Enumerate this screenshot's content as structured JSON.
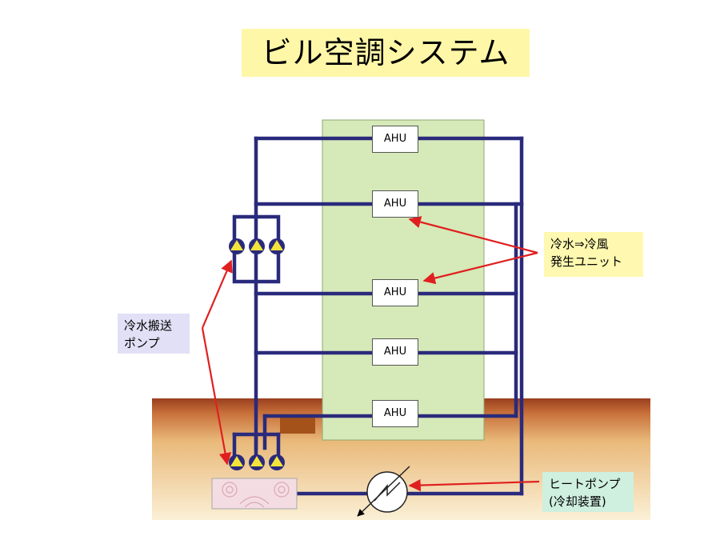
{
  "title": "ビル空調システム",
  "ahu_units": [
    "AHU",
    "AHU",
    "AHU",
    "AHU",
    "AHU"
  ],
  "callouts": {
    "ahu": [
      "冷水⇒冷風",
      "発生ユニット"
    ],
    "pump": [
      "冷水搬送",
      "ポンプ"
    ],
    "heat_pump": [
      "ヒートポンプ",
      "(冷却装置)"
    ]
  },
  "colors": {
    "pipe": "#2a2a7c",
    "building": "#d6e9b8",
    "arrow": "#e02020",
    "pump_fill": "#f2e43a",
    "ground_top": "#b85a28",
    "ground_bottom": "#f6e2b4"
  }
}
